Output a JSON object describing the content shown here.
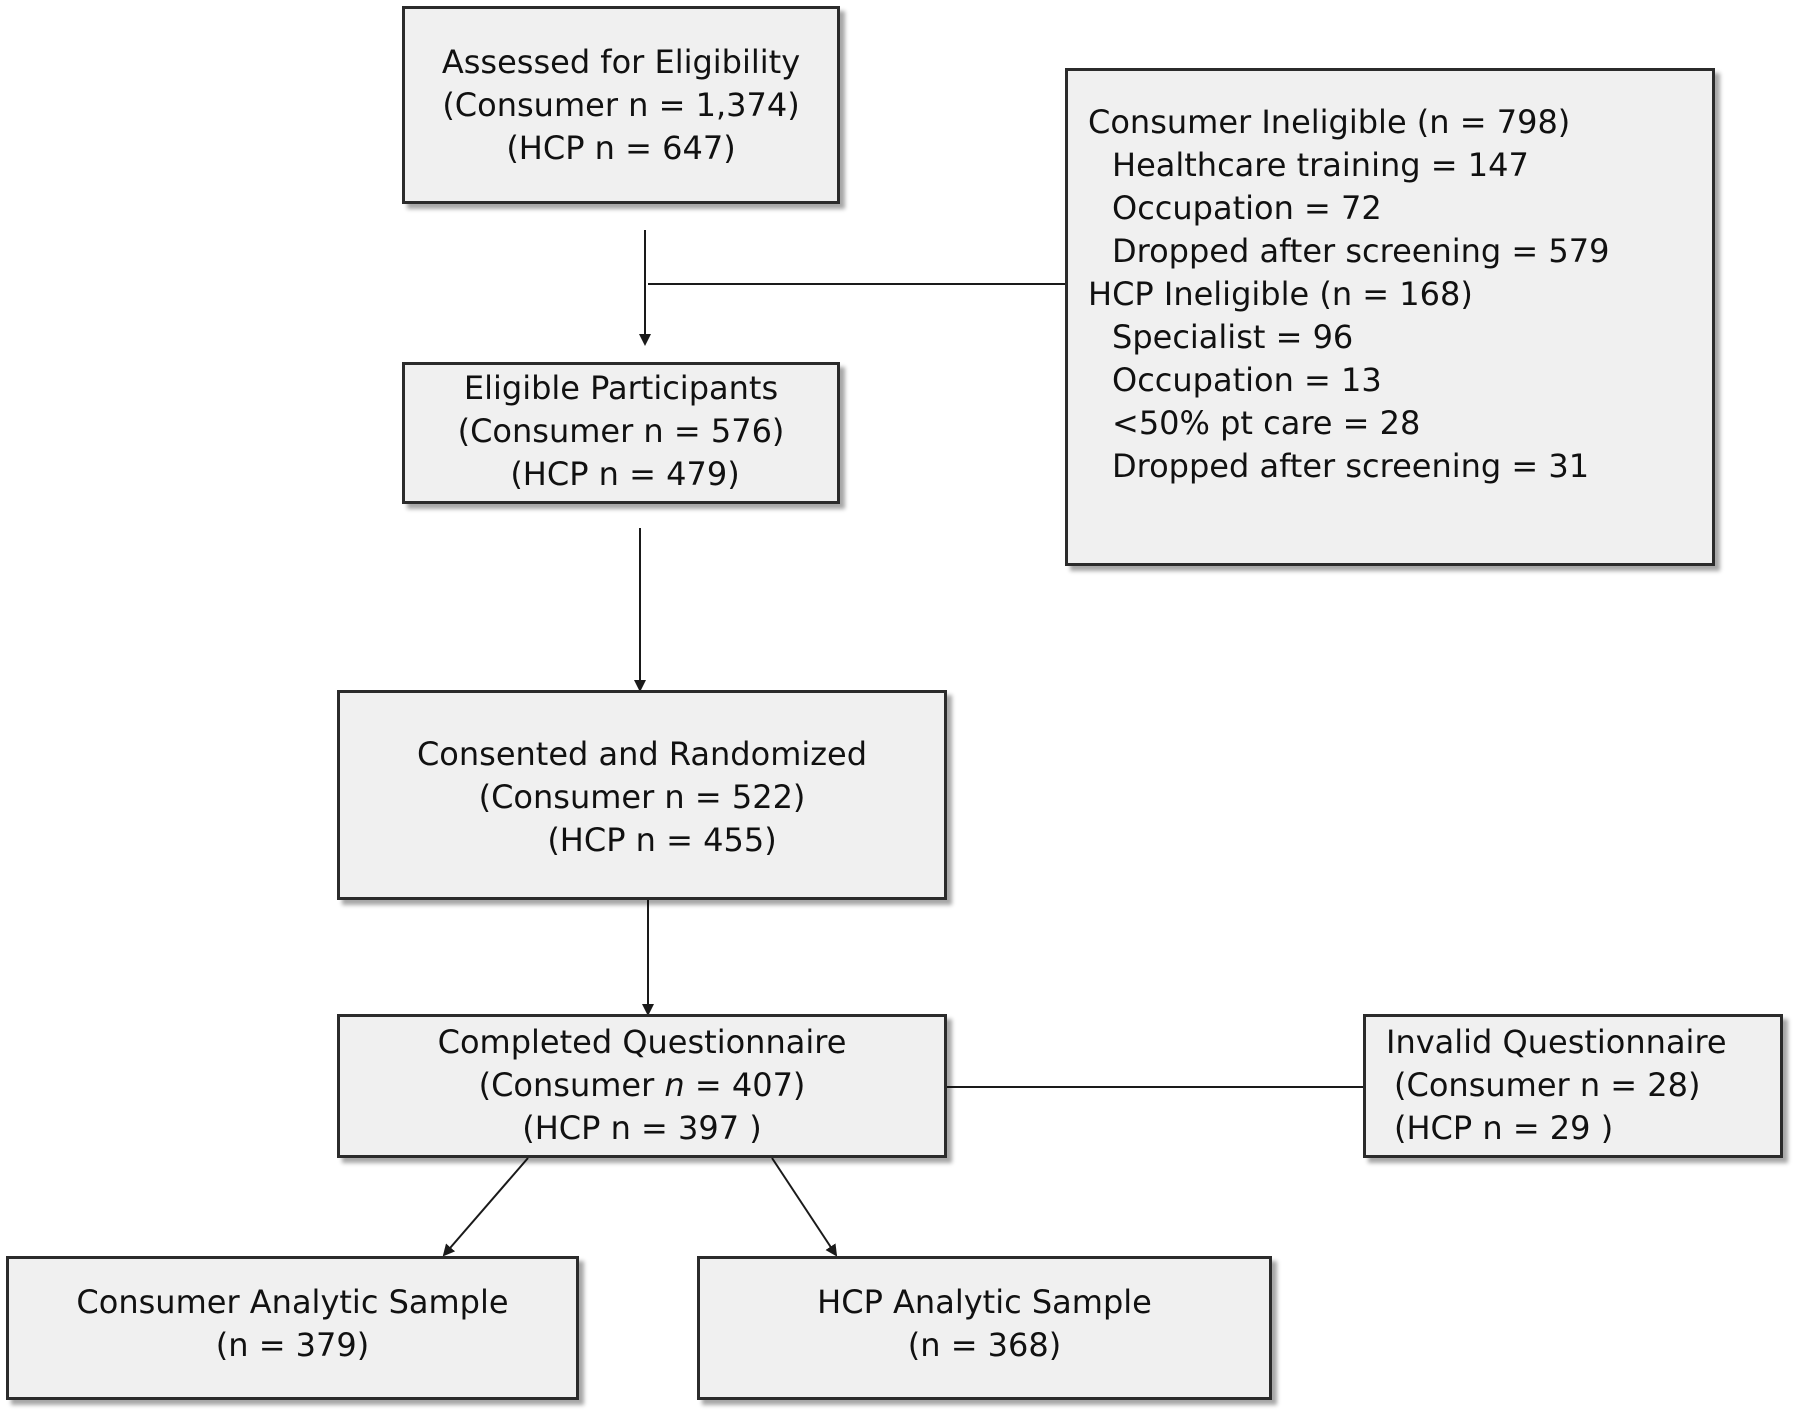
{
  "flowchart": {
    "assessed": {
      "title": "Assessed for Eligibility",
      "consumer": "(Consumer n = 1,374)",
      "hcp": "(HCP  n = 647)"
    },
    "ineligible": {
      "consumer_header": "Consumer Ineligible  (n = 798)",
      "consumer_items": [
        "Healthcare training = 147",
        "Occupation = 72",
        "Dropped after screening = 579"
      ],
      "hcp_header": "HCP Ineligible  (n = 168)",
      "hcp_items": [
        "Specialist = 96",
        "Occupation = 13",
        "<50% pt care = 28",
        "Dropped  after screening = 31"
      ]
    },
    "eligible": {
      "title": "Eligible Participants",
      "consumer": "(Consumer n = 576)",
      "hcp": "(HCP  n = 479)"
    },
    "consented": {
      "title": "Consented and Randomized",
      "consumer": "(Consumer n = 522)",
      "hcp": "(HCP  n = 455)"
    },
    "completed": {
      "title": "Completed Questionnaire",
      "consumer_prefix": "(Consumer ",
      "consumer_n": "n",
      "consumer_suffix": " = 407)",
      "hcp": "(HCP n = 397 )"
    },
    "invalid": {
      "title": "Invalid Questionnaire",
      "consumer": "(Consumer  n = 28)",
      "hcp": "(HCP n = 29 )"
    },
    "consumer_sample": {
      "title": "Consumer  Analytic Sample",
      "n": "(n = 379)"
    },
    "hcp_sample": {
      "title": "HCP  Analytic Sample",
      "n": "(n = 368)"
    }
  },
  "colors": {
    "box_fill": "#f0f0f0",
    "box_border": "#2b2b2b",
    "connector": "#1a1a1a"
  }
}
